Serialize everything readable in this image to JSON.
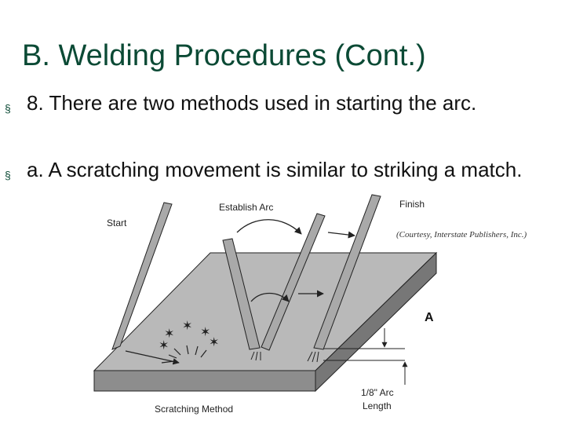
{
  "slide": {
    "title": "B. Welding Procedures (Cont.)",
    "bullets": [
      {
        "marker": "§",
        "text": "8. There are two methods used in starting the arc."
      },
      {
        "marker": "§",
        "text": "a. A scratching movement is similar to striking a match."
      }
    ]
  },
  "figure": {
    "labels": {
      "start": "Start",
      "establish_arc": "Establish Arc",
      "finish": "Finish",
      "courtesy": "(Courtesy, Interstate Publishers, Inc.)",
      "a_label": "A",
      "arc_length_1": "1/8\" Arc",
      "arc_length_2": "Length",
      "caption": "Scratching Method"
    },
    "colors": {
      "plate_top": "#b9b9b9",
      "plate_front": "#8d8d8d",
      "plate_side": "#777777",
      "electrode": "#a9a9a9",
      "outline": "#222222"
    }
  }
}
